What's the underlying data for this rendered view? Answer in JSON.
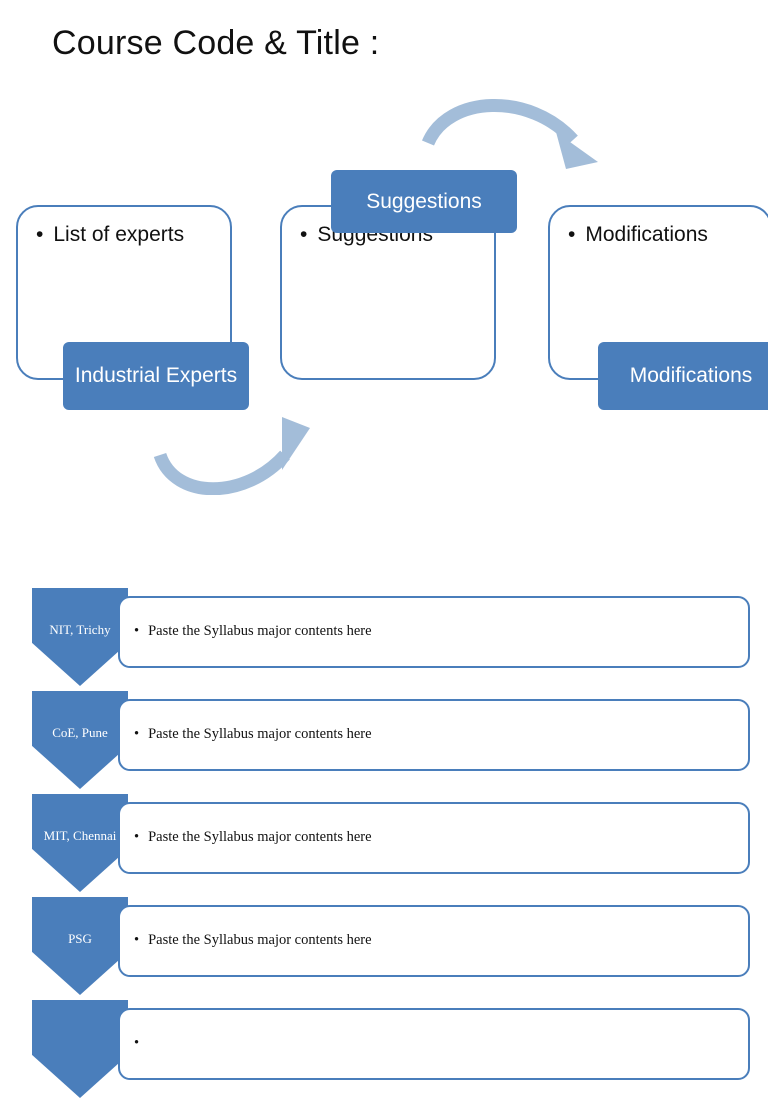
{
  "page": {
    "title": "Course Code & Title :"
  },
  "colors": {
    "accent": "#4a7ebb",
    "arrow": "#a3bdd9",
    "box_border": "#4a7ebb",
    "text": "#111111",
    "tag_text": "#ffffff"
  },
  "diagram": {
    "boxes": [
      {
        "name": "experts",
        "bullet": "List of experts"
      },
      {
        "name": "suggestions",
        "bullet": "Suggestions"
      },
      {
        "name": "modifications",
        "bullet": "Modifications"
      }
    ],
    "tags": [
      {
        "name": "experts",
        "label": "Industrial Experts"
      },
      {
        "name": "suggestions",
        "label": "Suggestions"
      },
      {
        "name": "modifications",
        "label": "Modifications"
      }
    ],
    "arrows": [
      {
        "name": "arrow-experts-to-suggestions",
        "direction": "right"
      },
      {
        "name": "arrow-suggestions-to-modifications",
        "direction": "right"
      }
    ]
  },
  "syllabus": {
    "rows": [
      {
        "institute": "NIT, Trichy",
        "content": "Paste the Syllabus major contents here"
      },
      {
        "institute": "CoE, Pune",
        "content": "Paste the Syllabus major contents here"
      },
      {
        "institute": "MIT, Chennai",
        "content": "Paste the Syllabus major contents here"
      },
      {
        "institute": "PSG",
        "content": "Paste the Syllabus major contents here"
      },
      {
        "institute": "",
        "content": ""
      }
    ]
  }
}
